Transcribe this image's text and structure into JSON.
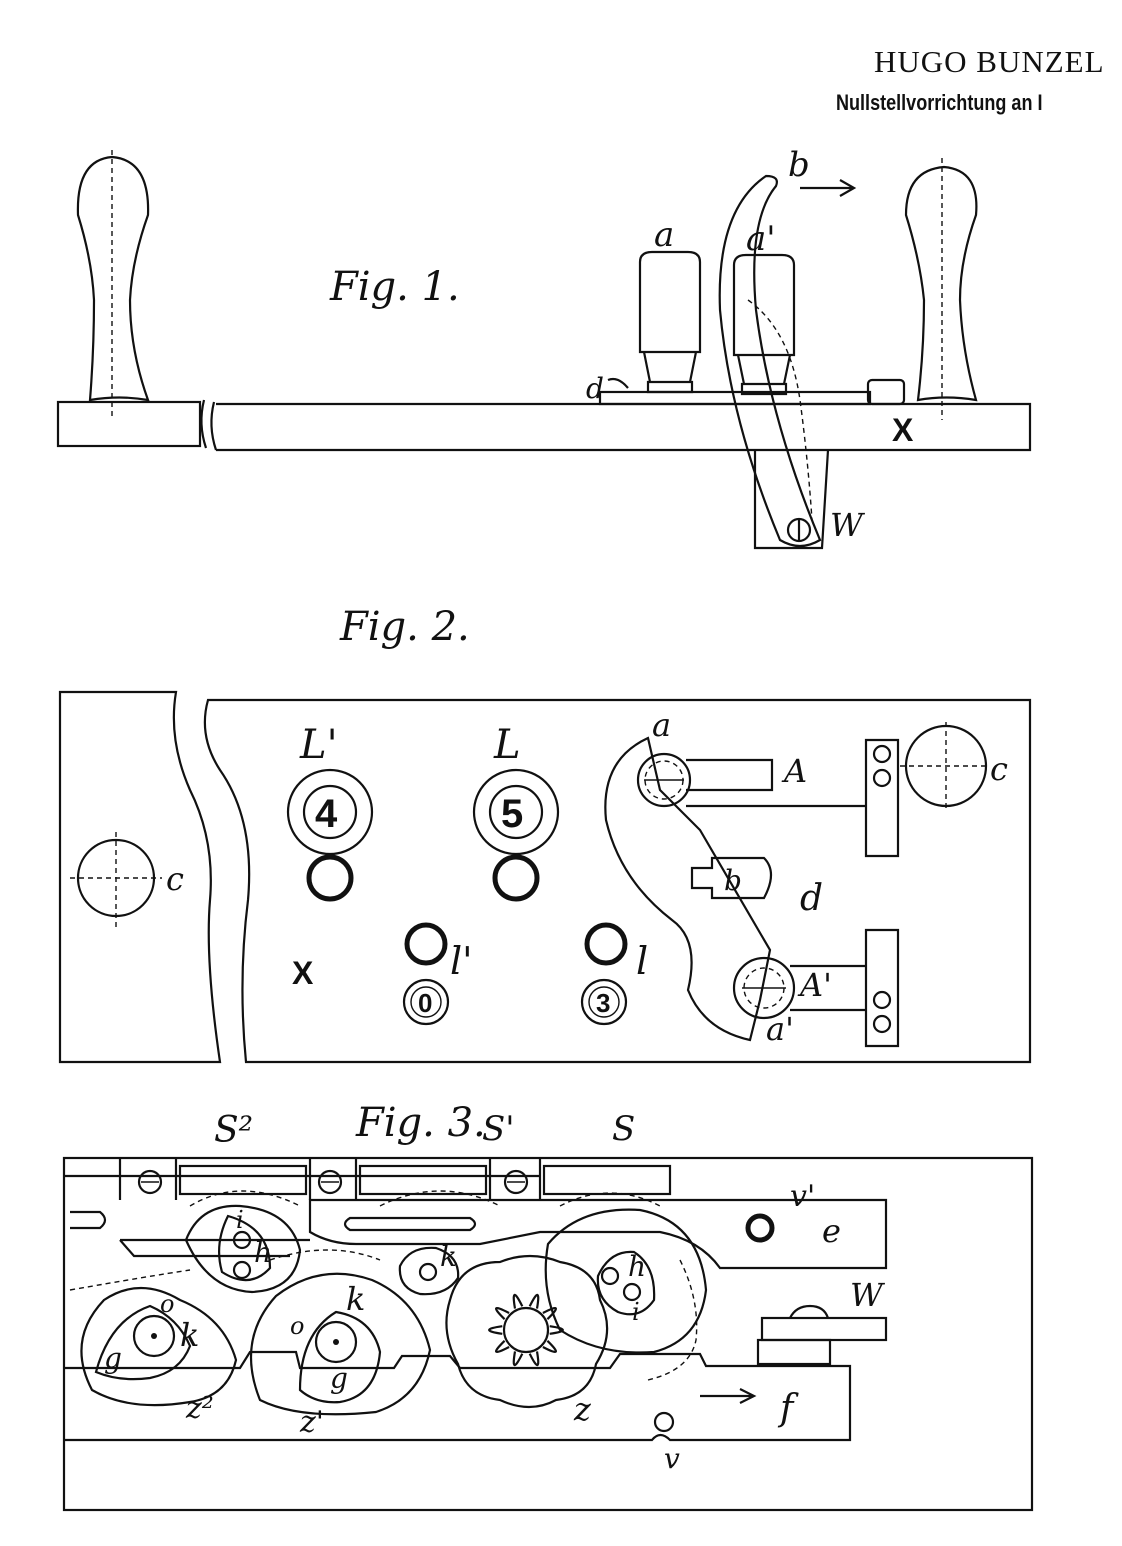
{
  "header": {
    "name": "HUGO BUNZEL",
    "subtitle": "Nullstellvorrichtung an I"
  },
  "figures": [
    {
      "title": "Fig. 1.",
      "labels": {
        "a": "a",
        "a_prime": "a'",
        "b": "b",
        "d": "d",
        "X": "X",
        "W": "W"
      }
    },
    {
      "title": "Fig. 2.",
      "labels": {
        "L_prime": "L'",
        "L": "L",
        "digit_4": "4",
        "digit_5": "5",
        "X": "X",
        "l_prime": "l'",
        "l": "l",
        "digit_0": "0",
        "digit_3": "3",
        "c_left": "c",
        "c_right": "c",
        "a": "a",
        "A": "A",
        "b": "b",
        "d": "d",
        "A_prime": "A'",
        "a_prime": "a'"
      }
    },
    {
      "title": "Fig. 3.",
      "labels": {
        "S2": "S²",
        "S_prime": "S'",
        "S": "S",
        "v_prime": "v'",
        "e": "e",
        "i1": "i",
        "h1": "h",
        "k1": "k",
        "o1": "o",
        "g1": "g",
        "z2": "z²",
        "o2": "o",
        "k2": "k",
        "g2": "g",
        "z_prime": "z'",
        "k3": "k",
        "h3": "h",
        "i3": "i",
        "W": "W",
        "z": "z",
        "f": "f",
        "v": "v"
      }
    }
  ]
}
